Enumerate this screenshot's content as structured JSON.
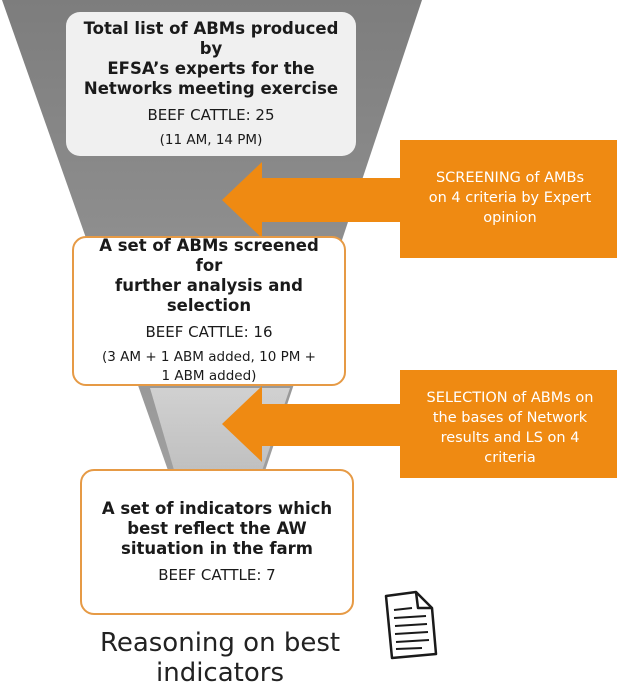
{
  "colors": {
    "funnel": "#8c8c8c",
    "arrow": "#ef8a12",
    "box_border": "#e69a45",
    "top_box_fill": "#f0f0f0"
  },
  "top_box": {
    "title_lines": [
      "Total list of ABMs produced by",
      "EFSA’s experts for the",
      "Networks meeting exercise"
    ],
    "count": "BEEF CATTLE: 25",
    "detail": "(11 AM, 14 PM)"
  },
  "arrow_screening": {
    "text_lines": [
      "SCREENING of AMBs",
      "on 4 criteria by Expert",
      "opinion"
    ]
  },
  "mid_box": {
    "title_lines": [
      "A set of ABMs screened for",
      "further analysis and",
      "selection"
    ],
    "count": "BEEF CATTLE: 16",
    "detail_lines": [
      "(3 AM + 1 ABM added, 10 PM +",
      "1 ABM added)"
    ]
  },
  "arrow_selection": {
    "text_lines": [
      "SELECTION of ABMs on",
      "the bases of Network",
      "results and LS on 4",
      "criteria"
    ]
  },
  "bottom_box": {
    "title_lines": [
      "A set of indicators which",
      "best reflect the AW",
      "situation in the farm"
    ],
    "count": "BEEF CATTLE: 7"
  },
  "caption": {
    "lines": [
      "Reasoning on best",
      "indicators"
    ]
  },
  "icons": {
    "document": "document-icon"
  }
}
